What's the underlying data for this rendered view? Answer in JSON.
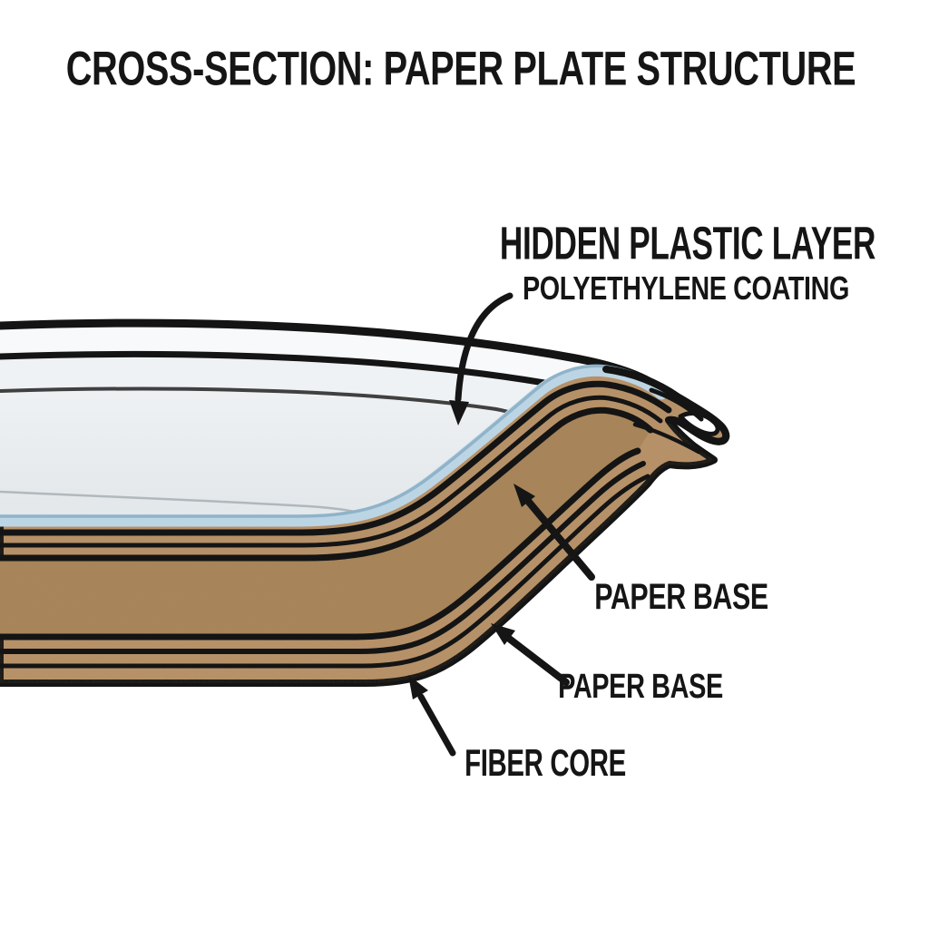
{
  "diagram": {
    "title": "CROSS-SECTION: PAPER PLATE STRUCTURE",
    "callouts": {
      "hidden_plastic": {
        "heading": "HIDDEN PLASTIC LAYER",
        "subheading": "POLYETHYLENE COATING"
      },
      "paper_base_upper": "PAPER BASE",
      "paper_base_lower": "PAPER BASE",
      "fiber_core": "FIBER CORE"
    },
    "colors": {
      "background": "#ffffff",
      "outline": "#141414",
      "plate_brown": "#b9936a",
      "core_brown": "#a9855a",
      "coating_blue": "#bcd5e4",
      "coating_blue_edge": "#8fb3c9",
      "interior_light": "#f5f7f8",
      "interior_gray": "#e1e6e9",
      "text": "#151515"
    }
  }
}
